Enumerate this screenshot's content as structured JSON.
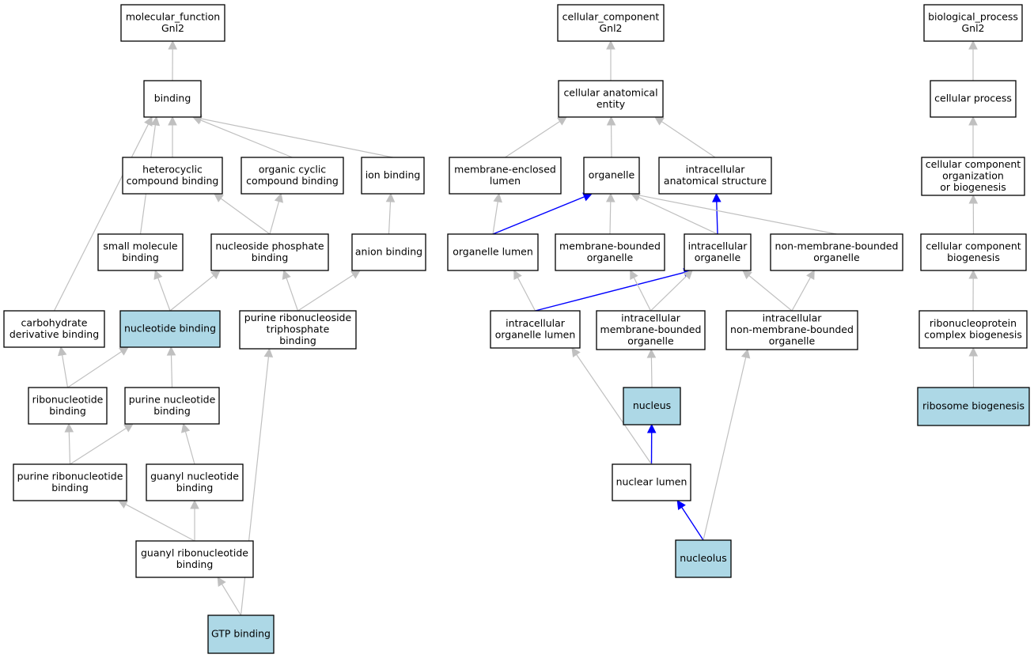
{
  "colors": {
    "highlight_fill": "#add8e6",
    "default_fill": "#ffffff",
    "edge_gray": "#c0c0c0",
    "edge_blue": "#0000ff"
  },
  "nodes": [
    {
      "id": "mf",
      "lines": [
        "molecular_function",
        "Gnl2"
      ]
    },
    {
      "id": "binding",
      "lines": [
        "binding"
      ]
    },
    {
      "id": "heterocyclic",
      "lines": [
        "heterocyclic",
        "compound binding"
      ]
    },
    {
      "id": "organic_cyclic",
      "lines": [
        "organic cyclic",
        "compound binding"
      ]
    },
    {
      "id": "ion_binding",
      "lines": [
        "ion binding"
      ]
    },
    {
      "id": "small_molecule",
      "lines": [
        "small molecule",
        "binding"
      ]
    },
    {
      "id": "nucleoside_phosphate",
      "lines": [
        "nucleoside phosphate",
        "binding"
      ]
    },
    {
      "id": "anion_binding",
      "lines": [
        "anion binding"
      ]
    },
    {
      "id": "carbohydrate",
      "lines": [
        "carbohydrate",
        "derivative binding"
      ]
    },
    {
      "id": "nucleotide_binding",
      "lines": [
        "nucleotide binding"
      ],
      "highlight": true
    },
    {
      "id": "purine_ribonucleoside_tp",
      "lines": [
        "purine ribonucleoside",
        "triphosphate",
        "binding"
      ]
    },
    {
      "id": "ribonucleotide",
      "lines": [
        "ribonucleotide",
        "binding"
      ]
    },
    {
      "id": "purine_nucleotide",
      "lines": [
        "purine nucleotide",
        "binding"
      ]
    },
    {
      "id": "purine_ribonucleotide",
      "lines": [
        "purine ribonucleotide",
        "binding"
      ]
    },
    {
      "id": "guanyl_nucleotide",
      "lines": [
        "guanyl nucleotide",
        "binding"
      ]
    },
    {
      "id": "guanyl_ribonucleotide",
      "lines": [
        "guanyl ribonucleotide",
        "binding"
      ]
    },
    {
      "id": "gtp",
      "lines": [
        "GTP binding"
      ],
      "highlight": true
    },
    {
      "id": "cc",
      "lines": [
        "cellular_component",
        "Gnl2"
      ]
    },
    {
      "id": "cae",
      "lines": [
        "cellular anatomical",
        "entity"
      ]
    },
    {
      "id": "mem_lumen",
      "lines": [
        "membrane-enclosed",
        "lumen"
      ]
    },
    {
      "id": "organelle",
      "lines": [
        "organelle"
      ]
    },
    {
      "id": "ias",
      "lines": [
        "intracellular",
        "anatomical structure"
      ]
    },
    {
      "id": "organelle_lumen",
      "lines": [
        "organelle lumen"
      ]
    },
    {
      "id": "mbo",
      "lines": [
        "membrane-bounded",
        "organelle"
      ]
    },
    {
      "id": "io",
      "lines": [
        "intracellular",
        "organelle"
      ]
    },
    {
      "id": "nmbo",
      "lines": [
        "non-membrane-bounded",
        "organelle"
      ]
    },
    {
      "id": "iol",
      "lines": [
        "intracellular",
        "organelle lumen"
      ]
    },
    {
      "id": "imbo",
      "lines": [
        "intracellular",
        "membrane-bounded",
        "organelle"
      ]
    },
    {
      "id": "inmbo",
      "lines": [
        "intracellular",
        "non-membrane-bounded",
        "organelle"
      ]
    },
    {
      "id": "nucleus",
      "lines": [
        "nucleus"
      ],
      "highlight": true
    },
    {
      "id": "nuclear_lumen",
      "lines": [
        "nuclear lumen"
      ]
    },
    {
      "id": "nucleolus",
      "lines": [
        "nucleolus"
      ],
      "highlight": true
    },
    {
      "id": "bp",
      "lines": [
        "biological_process",
        "Gnl2"
      ]
    },
    {
      "id": "cp",
      "lines": [
        "cellular process"
      ]
    },
    {
      "id": "ccob",
      "lines": [
        "cellular component",
        "organization",
        "or biogenesis"
      ]
    },
    {
      "id": "ccb",
      "lines": [
        "cellular component",
        "biogenesis"
      ]
    },
    {
      "id": "rncb",
      "lines": [
        "ribonucleoprotein",
        "complex biogenesis"
      ]
    },
    {
      "id": "ribosome",
      "lines": [
        "ribosome biogenesis"
      ],
      "highlight": true
    }
  ],
  "edges": [
    {
      "from": "binding",
      "to": "mf"
    },
    {
      "from": "heterocyclic",
      "to": "binding"
    },
    {
      "from": "organic_cyclic",
      "to": "binding"
    },
    {
      "from": "ion_binding",
      "to": "binding"
    },
    {
      "from": "small_molecule",
      "to": "binding"
    },
    {
      "from": "carbohydrate",
      "to": "binding"
    },
    {
      "from": "nucleoside_phosphate",
      "to": "heterocyclic"
    },
    {
      "from": "nucleoside_phosphate",
      "to": "organic_cyclic"
    },
    {
      "from": "anion_binding",
      "to": "ion_binding"
    },
    {
      "from": "nucleotide_binding",
      "to": "small_molecule"
    },
    {
      "from": "nucleotide_binding",
      "to": "nucleoside_phosphate"
    },
    {
      "from": "purine_ribonucleoside_tp",
      "to": "nucleoside_phosphate"
    },
    {
      "from": "purine_ribonucleoside_tp",
      "to": "anion_binding"
    },
    {
      "from": "ribonucleotide",
      "to": "carbohydrate"
    },
    {
      "from": "ribonucleotide",
      "to": "nucleotide_binding"
    },
    {
      "from": "purine_nucleotide",
      "to": "nucleotide_binding"
    },
    {
      "from": "purine_ribonucleotide",
      "to": "ribonucleotide"
    },
    {
      "from": "purine_ribonucleotide",
      "to": "purine_nucleotide"
    },
    {
      "from": "guanyl_nucleotide",
      "to": "purine_nucleotide"
    },
    {
      "from": "guanyl_ribonucleotide",
      "to": "purine_ribonucleotide"
    },
    {
      "from": "guanyl_ribonucleotide",
      "to": "guanyl_nucleotide"
    },
    {
      "from": "gtp",
      "to": "guanyl_ribonucleotide"
    },
    {
      "from": "gtp",
      "to": "purine_ribonucleoside_tp"
    },
    {
      "from": "cae",
      "to": "cc"
    },
    {
      "from": "mem_lumen",
      "to": "cae"
    },
    {
      "from": "organelle",
      "to": "cae"
    },
    {
      "from": "ias",
      "to": "cae"
    },
    {
      "from": "organelle_lumen",
      "to": "mem_lumen"
    },
    {
      "from": "organelle_lumen",
      "to": "organelle",
      "blue": true
    },
    {
      "from": "mbo",
      "to": "organelle"
    },
    {
      "from": "io",
      "to": "organelle"
    },
    {
      "from": "io",
      "to": "ias",
      "blue": true
    },
    {
      "from": "nmbo",
      "to": "organelle"
    },
    {
      "from": "iol",
      "to": "organelle_lumen"
    },
    {
      "from": "iol",
      "to": "io",
      "blue": true
    },
    {
      "from": "imbo",
      "to": "mbo"
    },
    {
      "from": "imbo",
      "to": "io"
    },
    {
      "from": "inmbo",
      "to": "io"
    },
    {
      "from": "inmbo",
      "to": "nmbo"
    },
    {
      "from": "nucleus",
      "to": "imbo"
    },
    {
      "from": "nuclear_lumen",
      "to": "nucleus",
      "blue": true
    },
    {
      "from": "nuclear_lumen",
      "to": "iol"
    },
    {
      "from": "nucleolus",
      "to": "nuclear_lumen",
      "blue": true
    },
    {
      "from": "nucleolus",
      "to": "inmbo"
    },
    {
      "from": "cp",
      "to": "bp"
    },
    {
      "from": "ccob",
      "to": "cp"
    },
    {
      "from": "ccb",
      "to": "ccob"
    },
    {
      "from": "rncb",
      "to": "ccb"
    },
    {
      "from": "ribosome",
      "to": "rncb"
    }
  ]
}
